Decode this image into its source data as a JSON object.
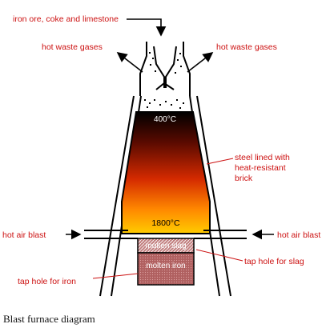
{
  "labels": {
    "feed": "iron ore, coke and limestone",
    "gases_left": "hot waste gases",
    "gases_right": "hot waste gases",
    "lining": [
      "steel lined with",
      "heat-resistant",
      "brick"
    ],
    "air_left": "hot air blast",
    "air_right": "hot air blast",
    "slag_tap": "tap hole for slag",
    "iron_tap": "tap hole for iron"
  },
  "inner": {
    "temp_top": "400°C",
    "temp_bottom": "1800°C",
    "slag": "molten slag",
    "iron": "molten iron"
  },
  "caption": "Blast furnace diagram",
  "colors": {
    "label": "#cc1111",
    "outline": "#000000",
    "gradient_top": "#000000",
    "gradient_mid": "#d42a00",
    "gradient_bottom": "#ffcc00",
    "slag": "#c28080",
    "iron": "#b06060"
  }
}
